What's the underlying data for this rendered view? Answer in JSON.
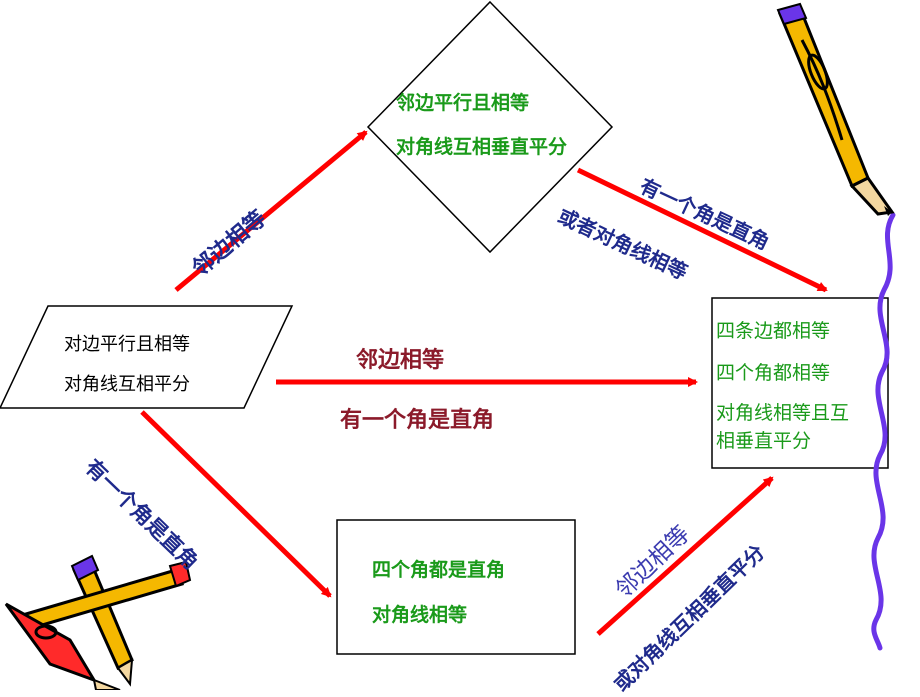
{
  "parallelogram": {
    "line1": "对边平行且相等",
    "line2": "对角线互相平分"
  },
  "rhombus": {
    "line1": "邻边平行且相等",
    "line2": "对角线互相垂直平分"
  },
  "rectangle": {
    "line1": "四个角都是直角",
    "line2": "对角线相等"
  },
  "square": {
    "line1": "四条边都相等",
    "line2": "四个角都相等",
    "line3a": "对角线相等且互",
    "line3b": "相垂直平分"
  },
  "arrows": {
    "para_to_rhombus": "邻边相等",
    "rhombus_to_square_1": "有一个角是直角",
    "rhombus_to_square_2": "或者对角线相等",
    "para_to_square_1": "邻边相等",
    "para_to_square_2": "有一个角是直角",
    "para_to_rect": "有一个角是直角",
    "rect_to_square_1": "邻边相等",
    "rect_to_square_2": "或对角线互相垂直平分"
  },
  "colors": {
    "arrow": "#ff0000",
    "green_text": "#1a9a1a",
    "navy_text": "#1f2a8c",
    "maroon_text": "#8b1a2a",
    "wavy_line": "#6a35e8"
  },
  "icons": [
    "pencil-icon",
    "crossed-pencils-icon",
    "wavy-line-decoration"
  ]
}
